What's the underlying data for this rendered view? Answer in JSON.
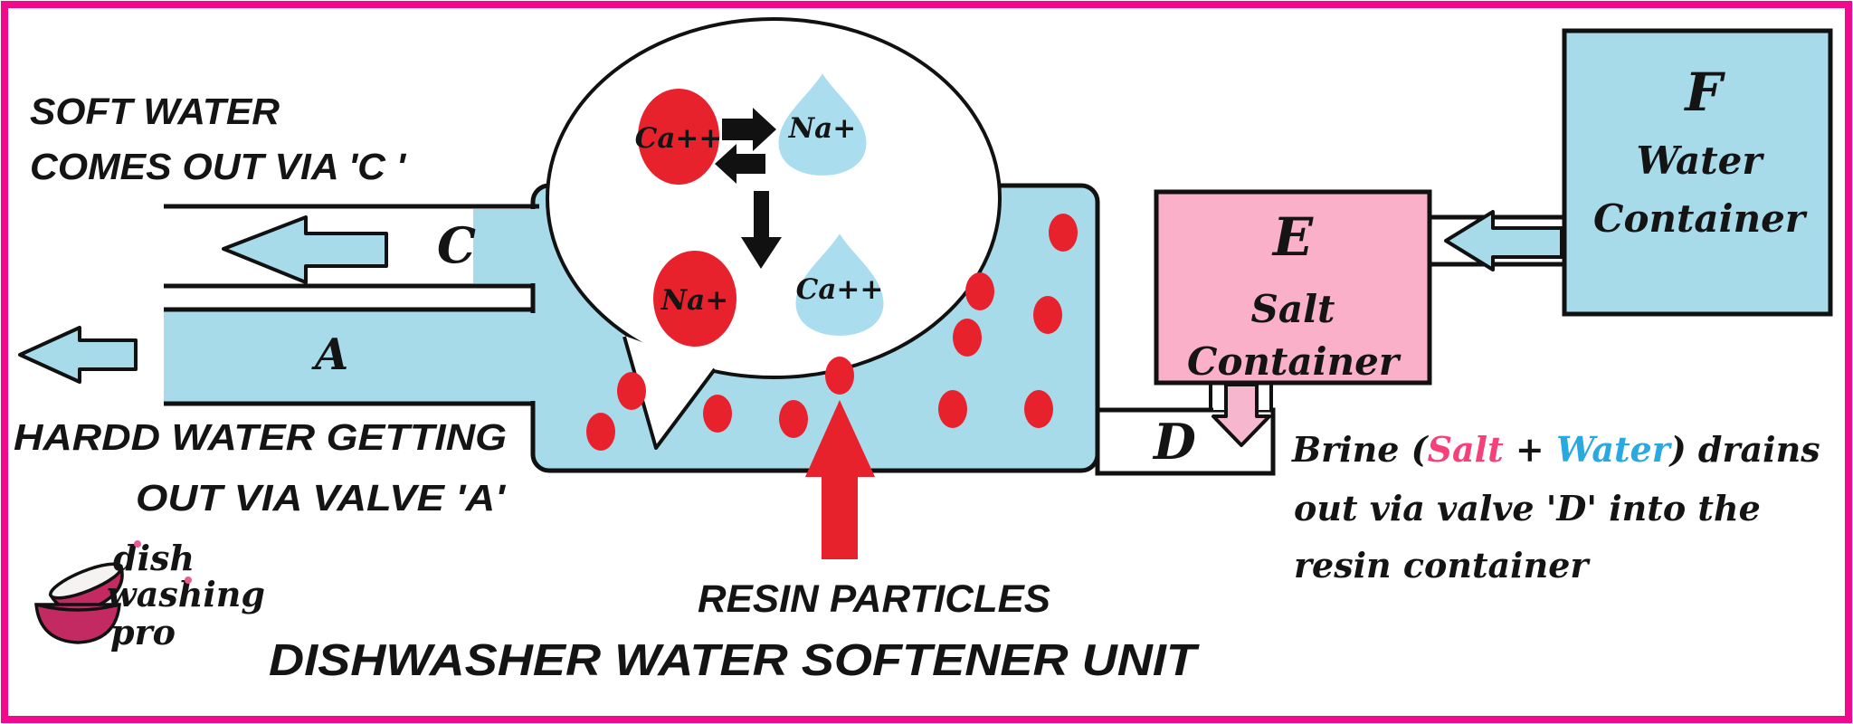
{
  "title": {
    "text": "DISHWASHER WATER SOFTENER UNIT",
    "color": "#9a4fbe"
  },
  "notes": {
    "soft_line1": "SOFT WATER",
    "soft_line2": "COMES OUT VIA 'C '",
    "hard_line1": "HARDD WATER GETTING",
    "hard_line2": "OUT  VIA VALVE 'A'",
    "resin": "RESIN PARTICLES"
  },
  "valves": {
    "a": "A",
    "c": "C",
    "d": "D"
  },
  "salt_container": {
    "letter": "E",
    "name_line1": "Salt",
    "name_line2": "Container"
  },
  "water_container": {
    "letter": "F",
    "name_line1": "Water",
    "name_line2": "Container"
  },
  "bubble": {
    "top_left_ion": "Ca++",
    "top_right_ion": "Na+",
    "bottom_left_ion": "Na+",
    "bottom_right_ion": "Ca++"
  },
  "brine_note": {
    "prefix": "Brine (",
    "salt": "Salt",
    "plus": " + ",
    "water": "Water",
    "suffix": ")  drains",
    "line2": "out via valve 'D' into the",
    "line3": "resin container"
  },
  "logo": {
    "word1": "dish",
    "word2": "washing",
    "word3": "pro"
  },
  "colors": {
    "water_blue": "#a8dbea",
    "resin_red": "#e8222c",
    "salt_pink_box": "#f9b0c8",
    "pink_arrow": "#f6b6ce",
    "border_magenta": "#f20a8e",
    "title_purple": "#9a4fbe",
    "brine_salt_text": "#f4417a",
    "brine_water_text": "#2aa9e0",
    "resin_container_text": "#e8222c",
    "logo_pink": "#e85c94",
    "bowl_crimson": "#c32a62"
  }
}
